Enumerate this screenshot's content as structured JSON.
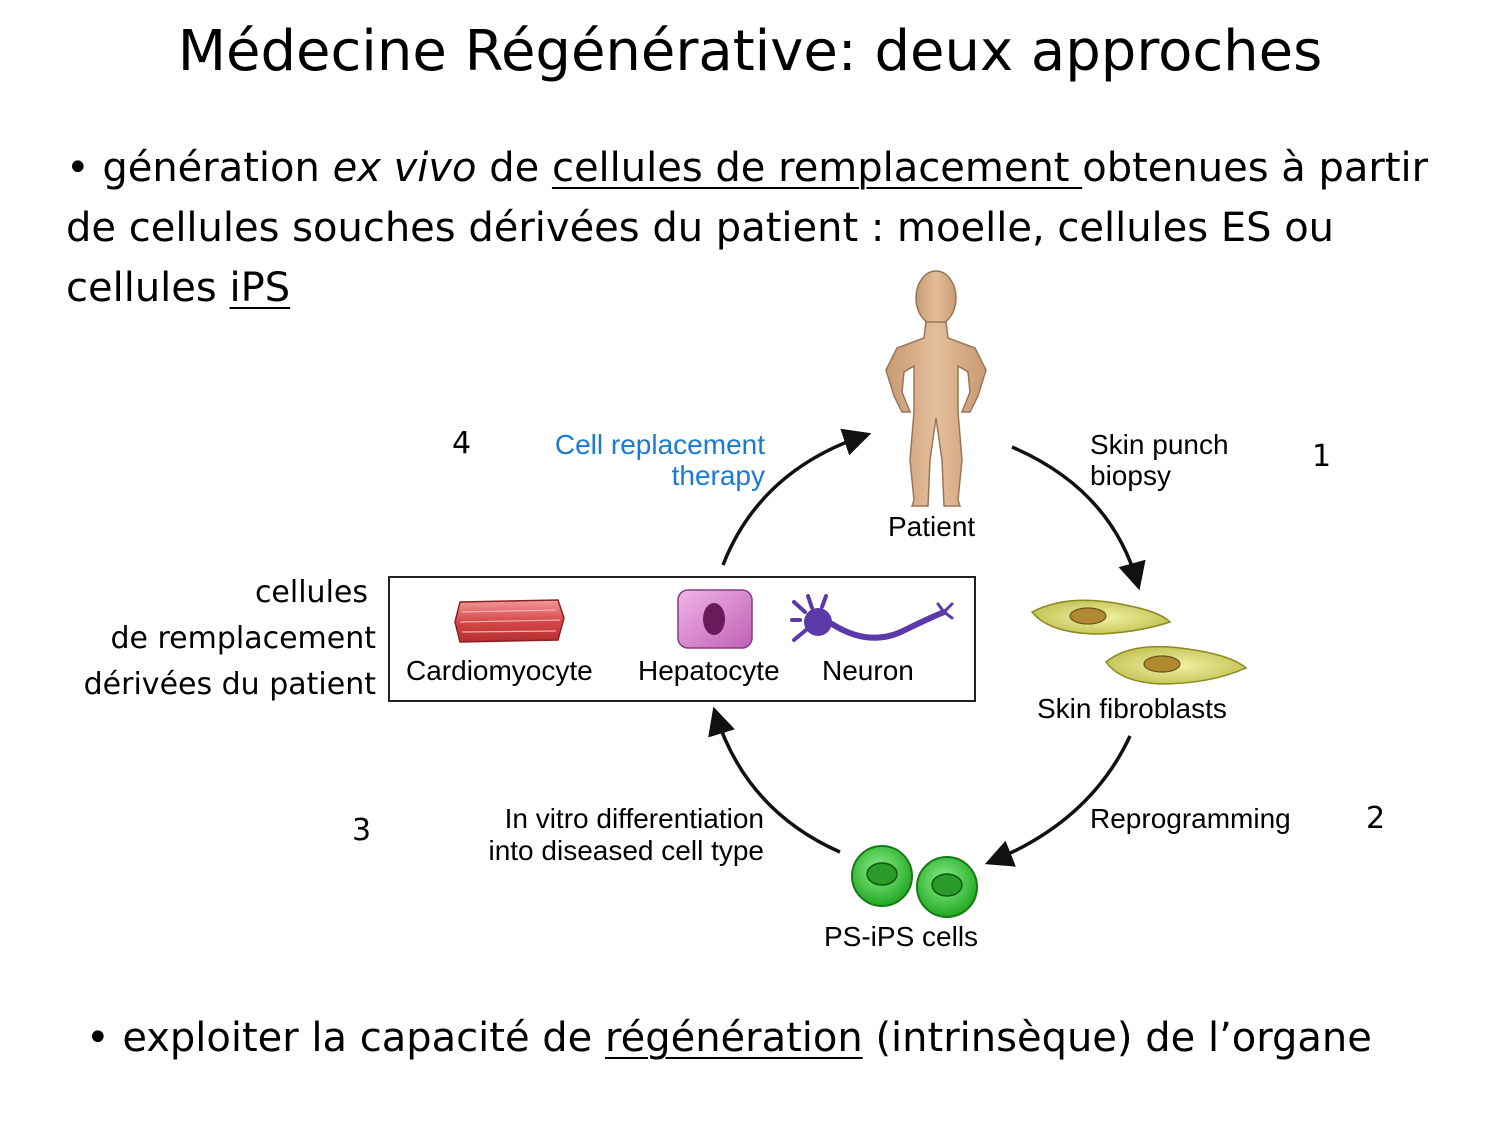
{
  "title": "Médecine Régénérative: deux approches",
  "bullet1": {
    "marker": "• ",
    "t1": "génération ",
    "italic": "ex vivo",
    "t2": " de ",
    "u1": "cellules de remplacement ",
    "t3": "obtenues à partir de cellules souches dérivées du patient : moelle, cellules ES ou cellules ",
    "u2": "iPS"
  },
  "bullet2": {
    "marker": "• ",
    "t1": "exploiter la capacité de ",
    "u1": "régénération",
    "t2": " (intrinsèque) de l’organe"
  },
  "cycle": {
    "patient": "Patient",
    "skin_biopsy": [
      "Skin punch",
      "biopsy"
    ],
    "fibroblasts": "Skin fibroblasts",
    "reprogramming": "Reprogramming",
    "ips": "PS-iPS cells",
    "differentiation": [
      "In vitro differentiation",
      "into diseased cell type"
    ],
    "therapy": [
      "Cell replacement",
      "therapy"
    ],
    "box_cells": [
      "Cardiomyocyte",
      "Hepatocyte",
      "Neuron"
    ]
  },
  "step_numbers": [
    "1",
    "2",
    "3",
    "4"
  ],
  "side_label": [
    "cellules",
    "de remplacement",
    "dérivées du patient"
  ],
  "colors": {
    "therapy_text": "#1a7ad4",
    "skin": "#d9b08c",
    "fibroblast": "#d8d86a",
    "ips_green": "#3cc83c",
    "cardiomyocyte": "#e25a5a",
    "hepatocyte": "#d67ac8",
    "neuron": "#5a3aa8"
  }
}
